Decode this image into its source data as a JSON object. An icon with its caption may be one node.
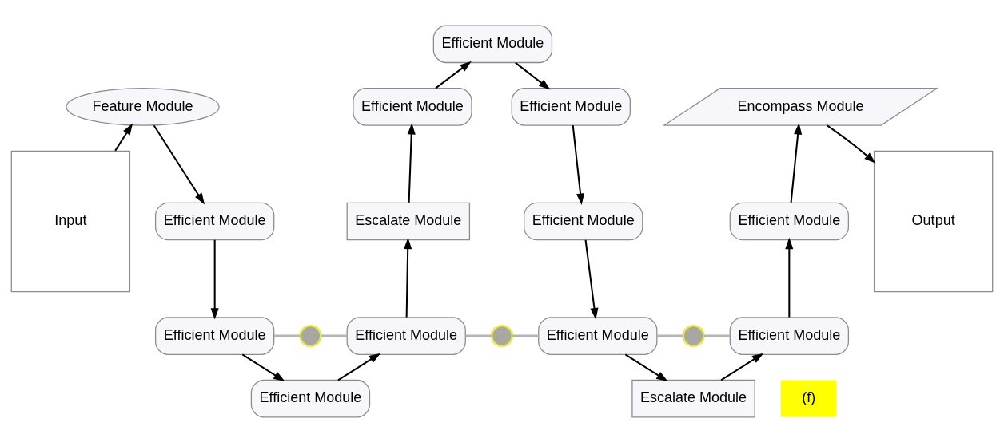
{
  "diagram": {
    "nodes": [
      {
        "text": [
          "Input"
        ]
      },
      {
        "text": [
          "Feature Module"
        ]
      },
      {
        "text": [
          "Efficient Module"
        ]
      },
      {
        "text": [
          "Efficient Module"
        ]
      },
      {
        "text": [
          "Efficient Module"
        ]
      },
      {
        "text": [
          "Efficient Module"
        ]
      },
      {
        "text": [
          "Escalate Module"
        ]
      },
      {
        "text": [
          "Efficient Module"
        ]
      },
      {
        "text": [
          "Efficient Module"
        ]
      },
      {
        "text": [
          "Efficient Module"
        ]
      },
      {
        "text": [
          "Efficient Module"
        ]
      },
      {
        "text": [
          "Efficient Module"
        ]
      },
      {
        "text": [
          "Escalate Module"
        ]
      },
      {
        "text": [
          "Efficient Module"
        ]
      },
      {
        "text": [
          "Efficient Module"
        ]
      },
      {
        "text": [
          "Encompass Module"
        ]
      },
      {
        "text": [
          "Output"
        ]
      },
      {
        "text": [],
        "shape": "circle"
      },
      {
        "text": [],
        "shape": "circle"
      },
      {
        "text": [],
        "shape": "circle"
      }
    ],
    "edges": [
      {
        "from": 0,
        "to": 1,
        "arrow": "to"
      },
      {
        "from": 1,
        "to": 2,
        "arrow": "to"
      },
      {
        "from": 2,
        "to": 3,
        "arrow": "to"
      },
      {
        "from": 3,
        "to": 4,
        "arrow": "to"
      },
      {
        "from": 4,
        "to": 5,
        "arrow": "to"
      },
      {
        "from": 5,
        "to": 6,
        "arrow": "to"
      },
      {
        "from": 6,
        "to": 7,
        "arrow": "to"
      },
      {
        "from": 7,
        "to": 8,
        "arrow": "to"
      },
      {
        "from": 8,
        "to": 9,
        "arrow": "to"
      },
      {
        "from": 9,
        "to": 10,
        "arrow": "to"
      },
      {
        "from": 10,
        "to": 11,
        "arrow": "to"
      },
      {
        "from": 11,
        "to": 12,
        "arrow": "to"
      },
      {
        "from": 12,
        "to": 13,
        "arrow": "to"
      },
      {
        "from": 13,
        "to": 14,
        "arrow": "to"
      },
      {
        "from": 14,
        "to": 15,
        "arrow": "to"
      },
      {
        "from": 15,
        "to": 16,
        "arrow": "to"
      },
      {
        "from": 3,
        "to": 17,
        "arrow": "none",
        "color": "#b4b4b4"
      },
      {
        "from": 17,
        "to": 5,
        "arrow": "none",
        "color": "#b4b4b4"
      },
      {
        "from": 5,
        "to": 18,
        "arrow": "none",
        "color": "#b4b4b4"
      },
      {
        "from": 18,
        "to": 11,
        "arrow": "none",
        "color": "#b4b4b4"
      },
      {
        "from": 11,
        "to": 19,
        "arrow": "none",
        "color": "#b4b4b4"
      },
      {
        "from": 19,
        "to": 13,
        "arrow": "none",
        "color": "#b4b4b4"
      }
    ],
    "labels": [
      "(f)"
    ]
  }
}
